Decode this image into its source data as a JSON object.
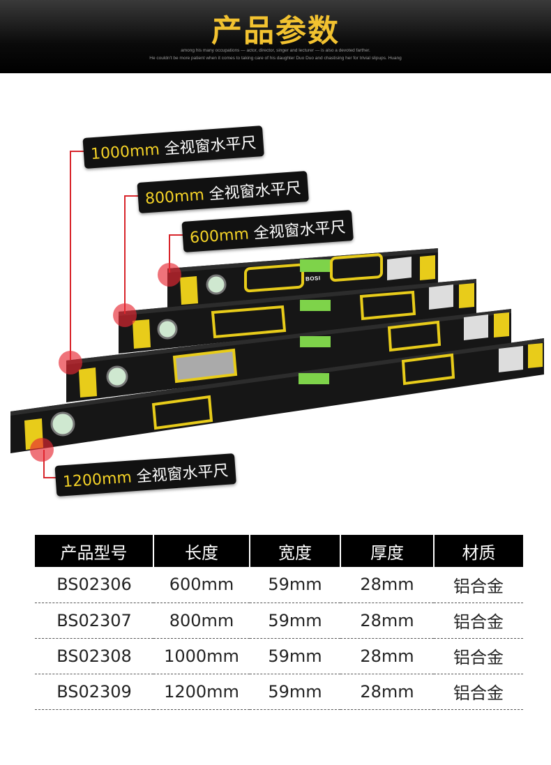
{
  "header": {
    "title": "产品参数",
    "subtitle_line1": "among his many occupations — actor, director, singer and lecturer — is also a devoted farther.",
    "subtitle_line2": "He couldn't be more patient when it comes to taking care of his daughter Duo Duo and chastising her for trivial slipups. Huang"
  },
  "labels": [
    {
      "size": "1000mm",
      "name": "全视窗水平尺"
    },
    {
      "size": "800mm",
      "name": "全视窗水平尺"
    },
    {
      "size": "600mm",
      "name": "全视窗水平尺"
    },
    {
      "size": "1200mm",
      "name": "全视窗水平尺"
    }
  ],
  "brand": "BOSI",
  "table": {
    "headers": [
      "产品型号",
      "长度",
      "宽度",
      "厚度",
      "材质"
    ],
    "rows": [
      [
        "BS02306",
        "600mm",
        "59mm",
        "28mm",
        "铝合金"
      ],
      [
        "BS02307",
        "800mm",
        "59mm",
        "28mm",
        "铝合金"
      ],
      [
        "BS02308",
        "1000mm",
        "59mm",
        "28mm",
        "铝合金"
      ],
      [
        "BS02309",
        "1200mm",
        "59mm",
        "28mm",
        "铝合金"
      ]
    ]
  },
  "colors": {
    "accent": "#f2c230",
    "marker": "#d8242a"
  }
}
